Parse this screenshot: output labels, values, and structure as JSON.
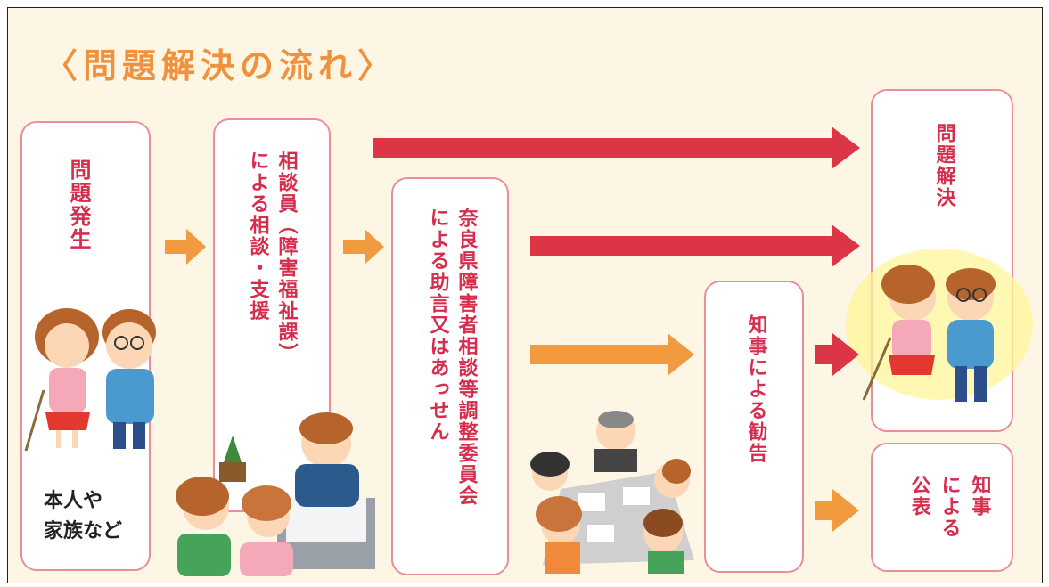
{
  "title": "〈問題解決の流れ〉",
  "steps": {
    "occurrence": "問題発生",
    "self": [
      "本人や",
      "家族など"
    ],
    "counselor": [
      "相談員（障害福祉課）",
      "による相談・支援"
    ],
    "committee": [
      "奈良県障害者相談等調整委員会",
      "による助言又はあっせん"
    ],
    "governor_advice": "知事による勧告",
    "solved": "問題解決",
    "publication": [
      "知事",
      "による",
      "公表"
    ]
  },
  "colors": {
    "title": "#f0923d",
    "red": "#dc3545",
    "orange": "#f19a3e",
    "box_border": "#ea8f9a",
    "box_text": "#d62d4d",
    "bg": "#fdf6e4"
  }
}
